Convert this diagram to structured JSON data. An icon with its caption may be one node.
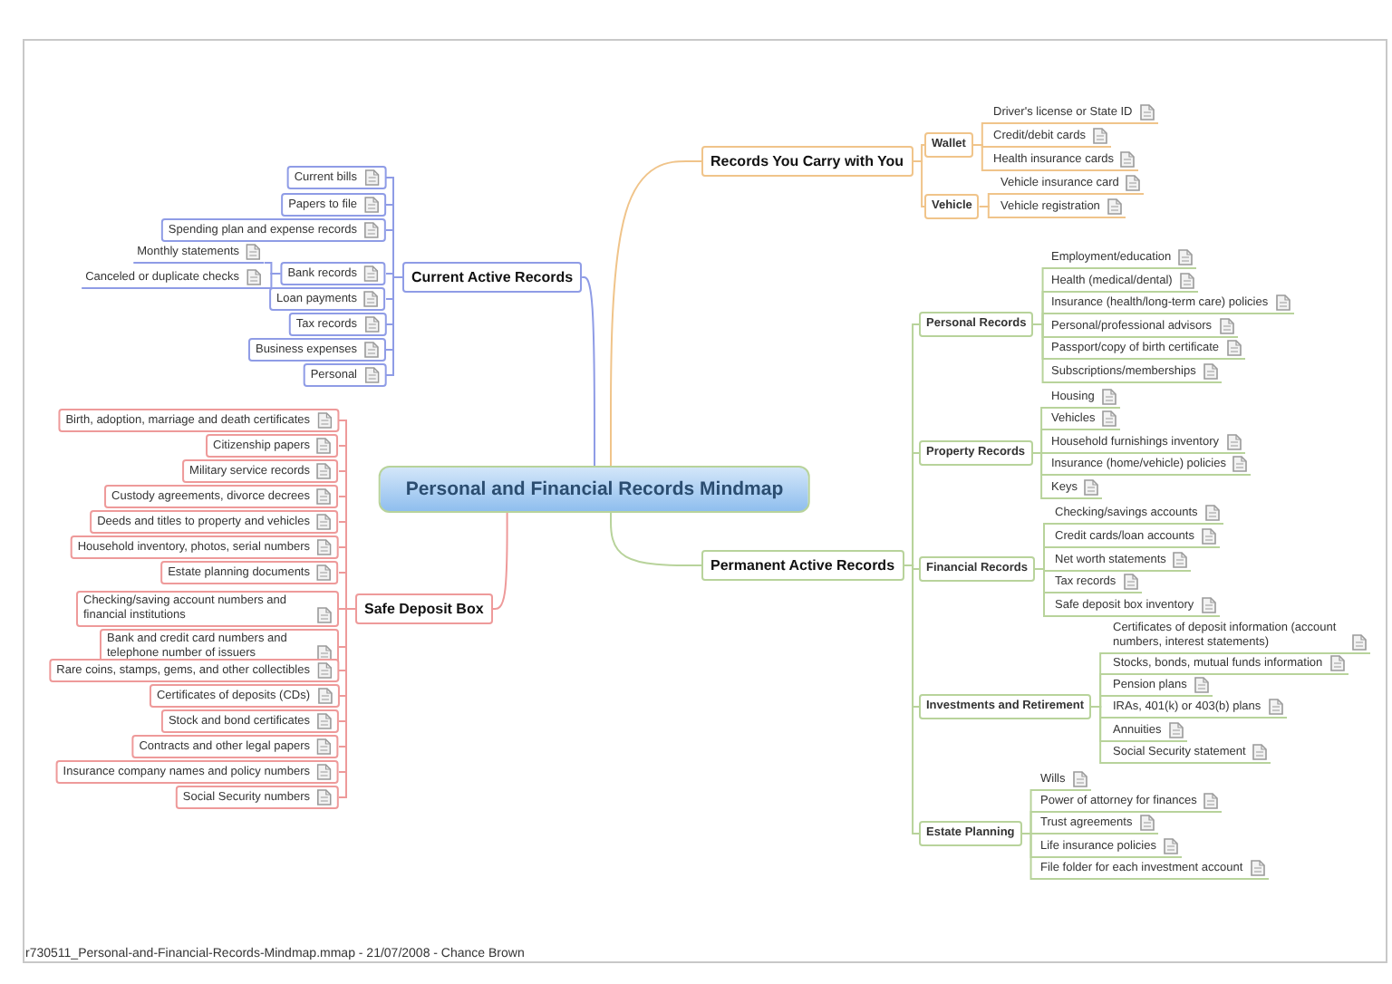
{
  "diagram": {
    "nodes": [
      {
        "text": [
          "Personal and Financial Records Mindmap"
        ]
      },
      {
        "text": [
          "Current Active Records"
        ]
      },
      {
        "text": [
          "Current bills"
        ]
      },
      {
        "text": [
          "Papers to file"
        ]
      },
      {
        "text": [
          "Spending plan and expense records"
        ]
      },
      {
        "text": [
          "Bank records"
        ]
      },
      {
        "text": [
          "Monthly statements"
        ]
      },
      {
        "text": [
          "Canceled or duplicate checks"
        ]
      },
      {
        "text": [
          "Loan payments"
        ]
      },
      {
        "text": [
          "Tax records"
        ]
      },
      {
        "text": [
          "Business expenses"
        ]
      },
      {
        "text": [
          "Personal"
        ]
      },
      {
        "text": [
          "Records You Carry with You"
        ]
      },
      {
        "text": [
          "Wallet"
        ]
      },
      {
        "text": [
          "Driver's license or State ID"
        ]
      },
      {
        "text": [
          "Credit/debit cards"
        ]
      },
      {
        "text": [
          "Health insurance cards"
        ]
      },
      {
        "text": [
          "Vehicle"
        ]
      },
      {
        "text": [
          "Vehicle insurance card"
        ]
      },
      {
        "text": [
          "Vehicle registration"
        ]
      },
      {
        "text": [
          "Safe Deposit Box"
        ]
      },
      {
        "text": [
          "Birth, adoption, marriage and death certificates"
        ]
      },
      {
        "text": [
          "Citizenship papers"
        ]
      },
      {
        "text": [
          "Military service records"
        ]
      },
      {
        "text": [
          "Custody agreements, divorce decrees"
        ]
      },
      {
        "text": [
          "Deeds and titles to property and vehicles"
        ]
      },
      {
        "text": [
          "Household inventory, photos, serial numbers"
        ]
      },
      {
        "text": [
          "Estate planning documents"
        ]
      },
      {
        "text": [
          "Checking/saving account numbers and financial institutions"
        ]
      },
      {
        "text": [
          "Bank and credit card numbers and telephone number of issuers"
        ]
      },
      {
        "text": [
          "Rare coins, stamps, gems, and other collectibles"
        ]
      },
      {
        "text": [
          "Certificates of deposits (CDs)"
        ]
      },
      {
        "text": [
          "Stock and bond certificates"
        ]
      },
      {
        "text": [
          "Contracts and other legal papers"
        ]
      },
      {
        "text": [
          "Insurance company names and policy numbers"
        ]
      },
      {
        "text": [
          "Social Security numbers"
        ]
      },
      {
        "text": [
          "Permanent Active Records"
        ]
      },
      {
        "text": [
          "Personal Records"
        ]
      },
      {
        "text": [
          "Employment/education"
        ]
      },
      {
        "text": [
          "Health (medical/dental)"
        ]
      },
      {
        "text": [
          "Insurance (health/long-term care) policies"
        ]
      },
      {
        "text": [
          "Personal/professional advisors"
        ]
      },
      {
        "text": [
          "Passport/copy of birth certificate"
        ]
      },
      {
        "text": [
          "Subscriptions/memberships"
        ]
      },
      {
        "text": [
          "Property Records"
        ]
      },
      {
        "text": [
          "Housing"
        ]
      },
      {
        "text": [
          "Vehicles"
        ]
      },
      {
        "text": [
          "Household furnishings inventory"
        ]
      },
      {
        "text": [
          "Insurance (home/vehicle) policies"
        ]
      },
      {
        "text": [
          "Keys"
        ]
      },
      {
        "text": [
          "Financial Records"
        ]
      },
      {
        "text": [
          "Checking/savings accounts"
        ]
      },
      {
        "text": [
          "Credit cards/loan accounts"
        ]
      },
      {
        "text": [
          "Net worth statements"
        ]
      },
      {
        "text": [
          "Tax records"
        ]
      },
      {
        "text": [
          "Safe deposit box inventory"
        ]
      },
      {
        "text": [
          "Investments and Retirement"
        ]
      },
      {
        "text": [
          "Certificates of deposit information (account numbers, interest statements)"
        ]
      },
      {
        "text": [
          "Stocks, bonds, mutual funds information"
        ]
      },
      {
        "text": [
          "Pension plans"
        ]
      },
      {
        "text": [
          "IRAs, 401(k) or 403(b) plans"
        ]
      },
      {
        "text": [
          "Annuities"
        ]
      },
      {
        "text": [
          "Social Security statement"
        ]
      },
      {
        "text": [
          "Estate Planning"
        ]
      },
      {
        "text": [
          "Wills"
        ]
      },
      {
        "text": [
          "Power of attorney for finances"
        ]
      },
      {
        "text": [
          "Trust agreements"
        ]
      },
      {
        "text": [
          "Life insurance policies"
        ]
      },
      {
        "text": [
          "File folder for each investment account"
        ]
      }
    ],
    "edges": [
      {
        "from": 0,
        "to": 1,
        "arrow": "none",
        "color": "#8f9ce6"
      },
      {
        "from": 1,
        "to": 2,
        "arrow": "none",
        "color": "#8f9ce6"
      },
      {
        "from": 1,
        "to": 3,
        "arrow": "none",
        "color": "#8f9ce6"
      },
      {
        "from": 1,
        "to": 4,
        "arrow": "none",
        "color": "#8f9ce6"
      },
      {
        "from": 1,
        "to": 5,
        "arrow": "none",
        "color": "#8f9ce6"
      },
      {
        "from": 5,
        "to": 6,
        "arrow": "none",
        "color": "#8f9ce6"
      },
      {
        "from": 5,
        "to": 7,
        "arrow": "none",
        "color": "#8f9ce6"
      },
      {
        "from": 1,
        "to": 8,
        "arrow": "none",
        "color": "#8f9ce6"
      },
      {
        "from": 1,
        "to": 9,
        "arrow": "none",
        "color": "#8f9ce6"
      },
      {
        "from": 1,
        "to": 10,
        "arrow": "none",
        "color": "#8f9ce6"
      },
      {
        "from": 1,
        "to": 11,
        "arrow": "none",
        "color": "#8f9ce6"
      },
      {
        "from": 0,
        "to": 12,
        "arrow": "none",
        "color": "#f0c48a"
      },
      {
        "from": 12,
        "to": 13,
        "arrow": "none",
        "color": "#f0c48a"
      },
      {
        "from": 13,
        "to": 14,
        "arrow": "none",
        "color": "#f0c48a"
      },
      {
        "from": 13,
        "to": 15,
        "arrow": "none",
        "color": "#f0c48a"
      },
      {
        "from": 13,
        "to": 16,
        "arrow": "none",
        "color": "#f0c48a"
      },
      {
        "from": 12,
        "to": 17,
        "arrow": "none",
        "color": "#f0c48a"
      },
      {
        "from": 17,
        "to": 18,
        "arrow": "none",
        "color": "#f0c48a"
      },
      {
        "from": 17,
        "to": 19,
        "arrow": "none",
        "color": "#f0c48a"
      },
      {
        "from": 0,
        "to": 20,
        "arrow": "none",
        "color": "#ee9a9a"
      },
      {
        "from": 20,
        "to": 21,
        "arrow": "none",
        "color": "#ee9a9a"
      },
      {
        "from": 20,
        "to": 22,
        "arrow": "none",
        "color": "#ee9a9a"
      },
      {
        "from": 20,
        "to": 23,
        "arrow": "none",
        "color": "#ee9a9a"
      },
      {
        "from": 20,
        "to": 24,
        "arrow": "none",
        "color": "#ee9a9a"
      },
      {
        "from": 20,
        "to": 25,
        "arrow": "none",
        "color": "#ee9a9a"
      },
      {
        "from": 20,
        "to": 26,
        "arrow": "none",
        "color": "#ee9a9a"
      },
      {
        "from": 20,
        "to": 27,
        "arrow": "none",
        "color": "#ee9a9a"
      },
      {
        "from": 20,
        "to": 28,
        "arrow": "none",
        "color": "#ee9a9a"
      },
      {
        "from": 20,
        "to": 29,
        "arrow": "none",
        "color": "#ee9a9a"
      },
      {
        "from": 20,
        "to": 30,
        "arrow": "none",
        "color": "#ee9a9a"
      },
      {
        "from": 20,
        "to": 31,
        "arrow": "none",
        "color": "#ee9a9a"
      },
      {
        "from": 20,
        "to": 32,
        "arrow": "none",
        "color": "#ee9a9a"
      },
      {
        "from": 20,
        "to": 33,
        "arrow": "none",
        "color": "#ee9a9a"
      },
      {
        "from": 20,
        "to": 34,
        "arrow": "none",
        "color": "#ee9a9a"
      },
      {
        "from": 20,
        "to": 35,
        "arrow": "none",
        "color": "#ee9a9a"
      },
      {
        "from": 0,
        "to": 36,
        "arrow": "none"
      },
      {
        "from": 36,
        "to": 37,
        "arrow": "none"
      },
      {
        "from": 37,
        "to": 38,
        "arrow": "none"
      },
      {
        "from": 37,
        "to": 39,
        "arrow": "none"
      },
      {
        "from": 37,
        "to": 40,
        "arrow": "none"
      },
      {
        "from": 37,
        "to": 41,
        "arrow": "none"
      },
      {
        "from": 37,
        "to": 42,
        "arrow": "none"
      },
      {
        "from": 37,
        "to": 43,
        "arrow": "none"
      },
      {
        "from": 36,
        "to": 44,
        "arrow": "none"
      },
      {
        "from": 44,
        "to": 45,
        "arrow": "none"
      },
      {
        "from": 44,
        "to": 46,
        "arrow": "none"
      },
      {
        "from": 44,
        "to": 47,
        "arrow": "none"
      },
      {
        "from": 44,
        "to": 48,
        "arrow": "none"
      },
      {
        "from": 44,
        "to": 49,
        "arrow": "none"
      },
      {
        "from": 36,
        "to": 50,
        "arrow": "none"
      },
      {
        "from": 50,
        "to": 51,
        "arrow": "none"
      },
      {
        "from": 50,
        "to": 52,
        "arrow": "none"
      },
      {
        "from": 50,
        "to": 53,
        "arrow": "none"
      },
      {
        "from": 50,
        "to": 54,
        "arrow": "none"
      },
      {
        "from": 50,
        "to": 55,
        "arrow": "none"
      },
      {
        "from": 36,
        "to": 56,
        "arrow": "none"
      },
      {
        "from": 56,
        "to": 57,
        "arrow": "none"
      },
      {
        "from": 56,
        "to": 58,
        "arrow": "none"
      },
      {
        "from": 56,
        "to": 59,
        "arrow": "none"
      },
      {
        "from": 56,
        "to": 60,
        "arrow": "none"
      },
      {
        "from": 56,
        "to": 61,
        "arrow": "none"
      },
      {
        "from": 56,
        "to": 62,
        "arrow": "none"
      },
      {
        "from": 36,
        "to": 63,
        "arrow": "none"
      },
      {
        "from": 63,
        "to": 64,
        "arrow": "none"
      },
      {
        "from": 63,
        "to": 65,
        "arrow": "none"
      },
      {
        "from": 63,
        "to": 66,
        "arrow": "none"
      },
      {
        "from": 63,
        "to": 67,
        "arrow": "none"
      },
      {
        "from": 63,
        "to": 68,
        "arrow": "none"
      }
    ],
    "labels": [
      "r730511_Personal-and-Financial-Records-Mindmap.mmap - 21/07/2008 - Chance Brown"
    ]
  }
}
